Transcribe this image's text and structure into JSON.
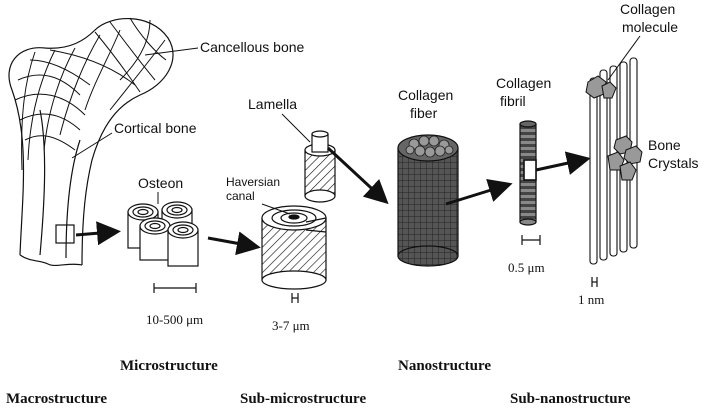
{
  "labels": {
    "cancellous_bone": "Cancellous bone",
    "cortical_bone": "Cortical bone",
    "osteon": "Osteon",
    "haversian_line1": "Haversian",
    "haversian_line2": "canal",
    "lamella": "Lamella",
    "collagen_fiber_line1": "Collagen",
    "collagen_fiber_line2": "fiber",
    "collagen_fibril_line1": "Collagen",
    "collagen_fibril_line2": "fibril",
    "collagen_molecule_line1": "Collagen",
    "collagen_molecule_line2": "molecule",
    "bone_crystals_line1": "Bone",
    "bone_crystals_line2": "Crystals"
  },
  "scales": {
    "osteon": "10-500 μm",
    "lamella": "3-7 μm",
    "fibril": "0.5 μm",
    "molecule": "1 nm"
  },
  "levels": {
    "microstructure": "Microstructure",
    "nanostructure": "Nanostructure",
    "macrostructure": "Macrostructure",
    "sub_microstructure": "Sub-microstructure",
    "sub_nanostructure": "Sub-nanostructure"
  }
}
